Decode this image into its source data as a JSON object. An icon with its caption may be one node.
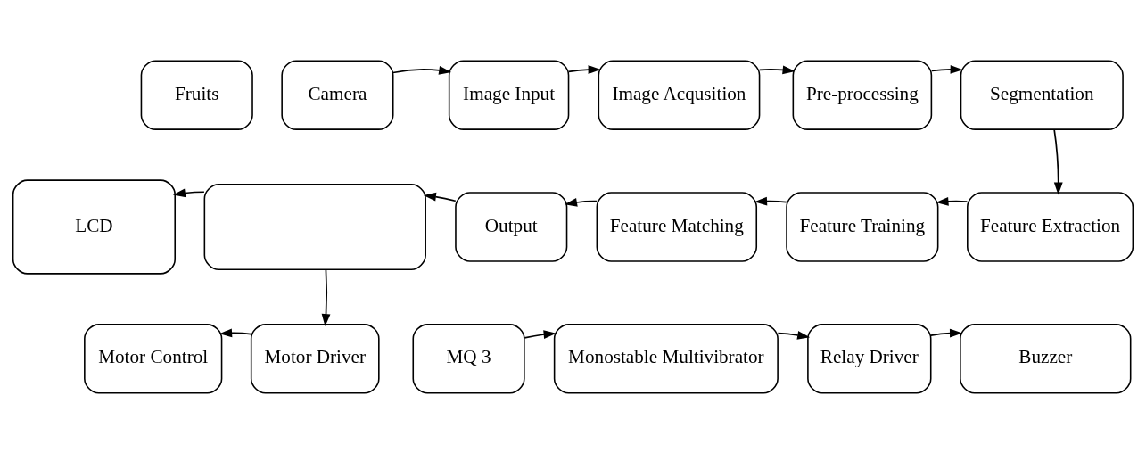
{
  "diagram": {
    "nodes": [
      {
        "text": [
          "Fruits"
        ]
      },
      {
        "text": [
          "Camera"
        ]
      },
      {
        "text": [
          "Image Input"
        ]
      },
      {
        "text": [
          "Image Acqusition"
        ]
      },
      {
        "text": [
          "Pre-processing"
        ]
      },
      {
        "text": [
          "Segmentation"
        ]
      },
      {
        "text": [
          "LCD"
        ]
      },
      {
        "text": [],
        "shape": "box"
      },
      {
        "text": [
          "Output"
        ]
      },
      {
        "text": [
          "Feature Matching"
        ]
      },
      {
        "text": [
          "Feature Training"
        ]
      },
      {
        "text": [
          "Feature Extraction"
        ]
      },
      {
        "text": [
          "Motor Control"
        ]
      },
      {
        "text": [
          "Motor Driver"
        ]
      },
      {
        "text": [
          "MQ 3"
        ]
      },
      {
        "text": [
          "Monostable Multivibrator"
        ]
      },
      {
        "text": [
          "Relay Driver"
        ]
      },
      {
        "text": [
          "Buzzer"
        ]
      }
    ],
    "edges": [
      {
        "from": 1,
        "to": 2,
        "arrow": "to"
      },
      {
        "from": 2,
        "to": 3,
        "arrow": "to"
      },
      {
        "from": 3,
        "to": 4,
        "arrow": "to"
      },
      {
        "from": 4,
        "to": 5,
        "arrow": "to"
      },
      {
        "from": 5,
        "to": 11,
        "arrow": "to"
      },
      {
        "from": 11,
        "to": 10,
        "arrow": "to"
      },
      {
        "from": 10,
        "to": 9,
        "arrow": "to"
      },
      {
        "from": 9,
        "to": 8,
        "arrow": "to"
      },
      {
        "from": 8,
        "to": 7,
        "arrow": "to"
      },
      {
        "from": 7,
        "to": 6,
        "arrow": "to"
      },
      {
        "from": 7,
        "to": 13,
        "arrow": "to"
      },
      {
        "from": 13,
        "to": 12,
        "arrow": "to"
      },
      {
        "from": 14,
        "to": 15,
        "arrow": "to"
      },
      {
        "from": 15,
        "to": 16,
        "arrow": "to"
      },
      {
        "from": 16,
        "to": 17,
        "arrow": "to"
      }
    ]
  }
}
